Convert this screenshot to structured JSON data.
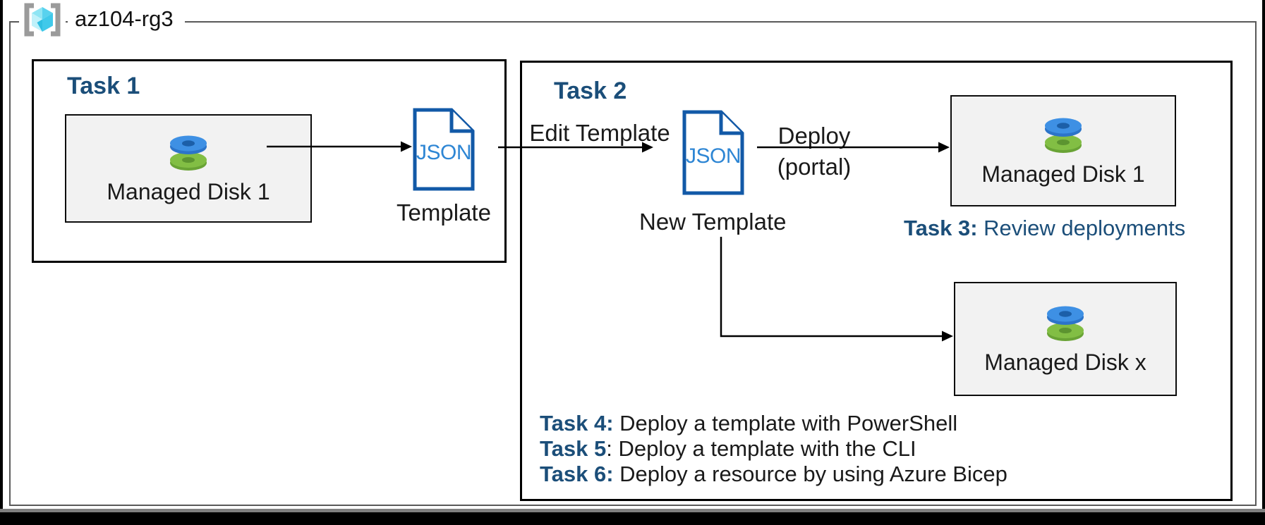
{
  "resource_group": {
    "label": "az104-rg3"
  },
  "task1": {
    "title": "Task 1",
    "disk_box": {
      "label": "Managed Disk 1"
    },
    "template": {
      "file_label": "JSON",
      "caption": "Template"
    }
  },
  "task2": {
    "title": "Task 2",
    "edit_arrow_label": "Edit Template",
    "new_template": {
      "file_label": "JSON",
      "caption": "New Template"
    },
    "deploy_arrow_label_line1": "Deploy",
    "deploy_arrow_label_line2": "(portal)",
    "disk_box_1": {
      "label": "Managed Disk 1"
    },
    "disk_box_x": {
      "label": "Managed Disk x"
    },
    "task3": {
      "label": "Task 3:",
      "text": " Review deployments"
    },
    "task_list": [
      {
        "label": "Task 4:",
        "text": " Deploy a template with PowerShell"
      },
      {
        "label": "Task 5",
        "text": ": Deploy a template with the CLI"
      },
      {
        "label": "Task 6:",
        "text": " Deploy a resource by using Azure Bicep"
      }
    ]
  },
  "colors": {
    "heading_blue": "#1b4e79",
    "json_outline_blue": "#1259a7",
    "json_text_blue": "#2e86d4",
    "disk_blue": "#3e90e4",
    "disk_blue_dark": "#2c74c9",
    "disk_green": "#82be44",
    "disk_green_dark": "#69a335",
    "card_fill": "#f2f2f2",
    "boundary_gray": "#595959",
    "cube_cyan": "#58d2ee"
  }
}
